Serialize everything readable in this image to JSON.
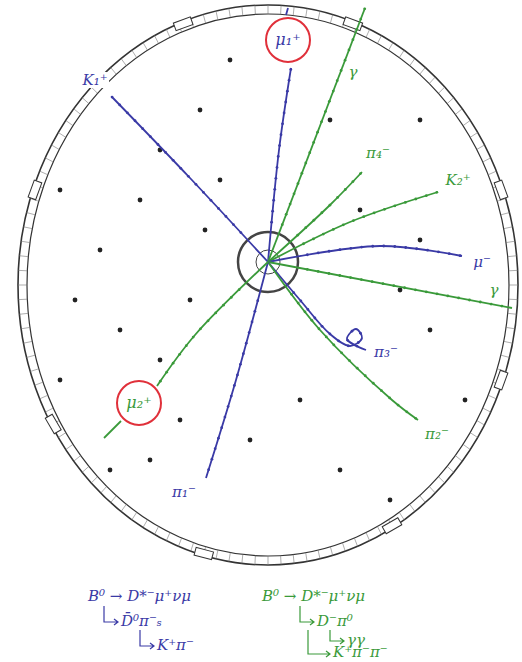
{
  "diagram": {
    "nodes": [
      {
        "text": [
          "μ₁⁺"
        ]
      },
      {
        "text": [
          "μ₂⁺"
        ]
      }
    ],
    "labels": [
      "K₁⁺",
      "γ",
      "π₄⁻",
      "K₂⁺",
      "μ⁻",
      "γ",
      "π₃⁻",
      "π₂⁻",
      "π₁⁻",
      "B⁰ → D*⁻μ⁺νμ",
      "D̄⁰π⁻ₛ",
      "K⁺π⁻",
      "B⁰ → D*⁻μ⁺νμ",
      "D⁻π⁰",
      "γγ",
      "K⁺π⁻π⁻"
    ]
  }
}
